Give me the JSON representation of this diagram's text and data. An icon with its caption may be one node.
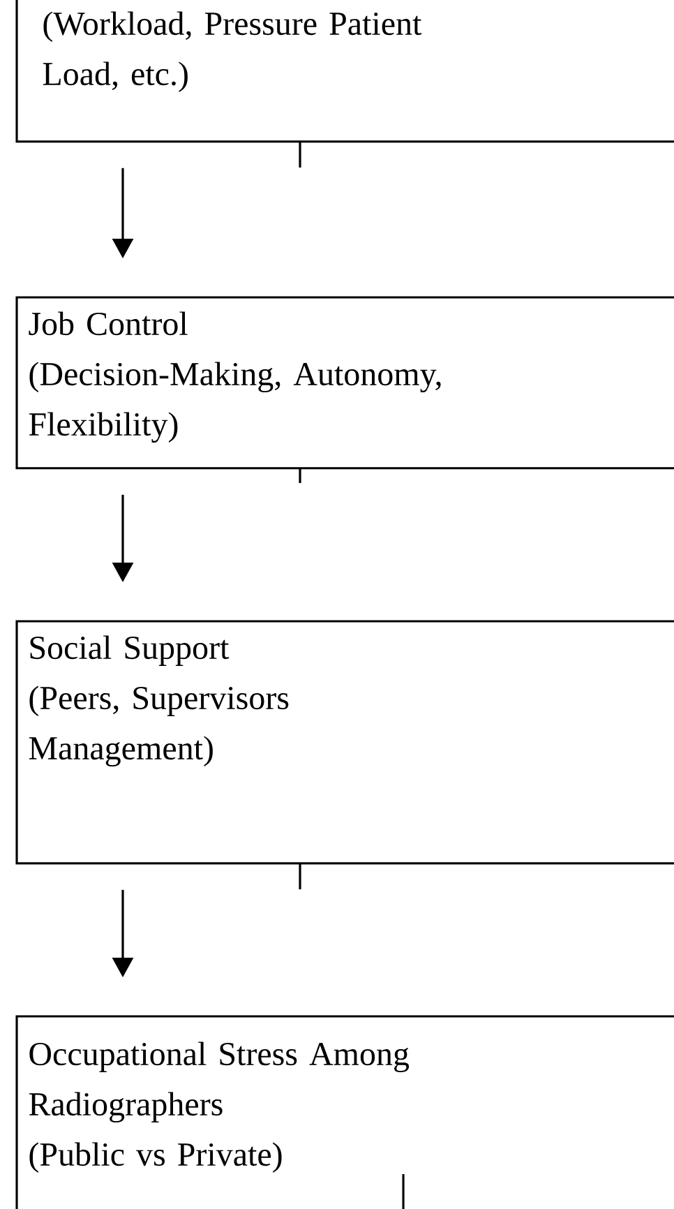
{
  "diagram": {
    "nodes": [
      {
        "text": [
          "(Workload, Pressure Patient Load, etc.)"
        ]
      },
      {
        "text": [
          "Job Control",
          "(Decision-Making, Autonomy, Flexibility)"
        ]
      },
      {
        "text": [
          "Social Support",
          "(Peers, Supervisors Management)"
        ]
      },
      {
        "text": [
          "Occupational Stress Among Radiographers",
          "(Public vs Private)"
        ]
      }
    ],
    "edges": [
      {
        "from": 0,
        "to": 1,
        "arrow": "to"
      },
      {
        "from": 1,
        "to": 2,
        "arrow": "to"
      },
      {
        "from": 2,
        "to": 3,
        "arrow": "to"
      }
    ]
  }
}
